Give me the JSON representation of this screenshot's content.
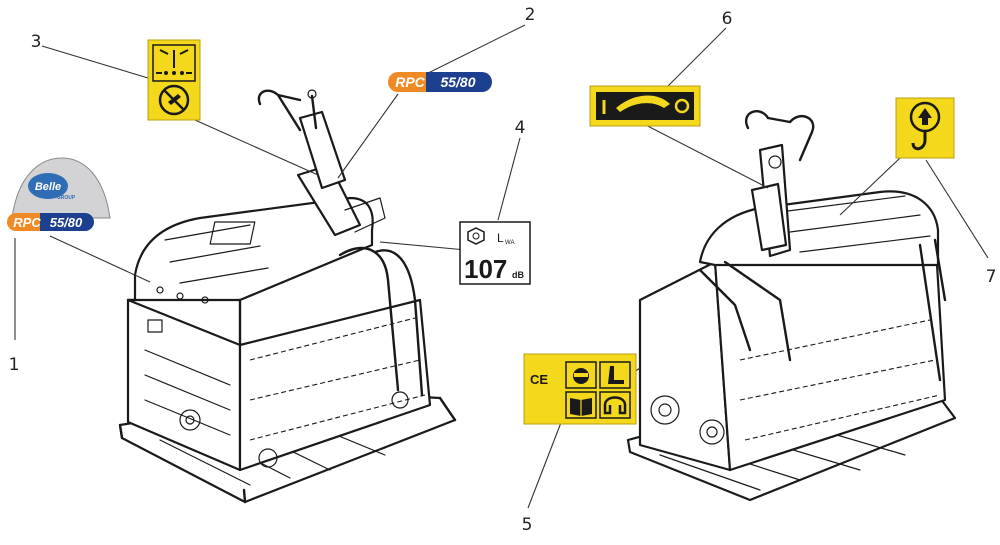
{
  "callouts": [
    {
      "id": "1",
      "label": "1"
    },
    {
      "id": "2",
      "label": "2"
    },
    {
      "id": "3",
      "label": "3"
    },
    {
      "id": "4",
      "label": "4"
    },
    {
      "id": "5",
      "label": "5"
    },
    {
      "id": "6",
      "label": "6"
    },
    {
      "id": "7",
      "label": "7"
    }
  ],
  "decals": {
    "belle_logo": {
      "brand": "Belle",
      "sub": "GROUP",
      "model_prefix": "RPC",
      "model_suffix": "55/80"
    },
    "model_badge": {
      "model_prefix": "RPC",
      "model_suffix": "55/80"
    },
    "sound_power": {
      "symbol": "L",
      "subscript": "WA",
      "value": "107",
      "unit": "dB"
    },
    "safety_panel": {
      "mark": "CE"
    },
    "control_lever": {},
    "lifting_point": {}
  },
  "colors": {
    "decal_yellow": "#f3d81c",
    "badge_orange": "#f08a24",
    "badge_navy": "#1d3f8f",
    "logo_grey": "#d3d3d6",
    "logo_blue": "#2f6db5",
    "ink": "#1a1a1a"
  }
}
